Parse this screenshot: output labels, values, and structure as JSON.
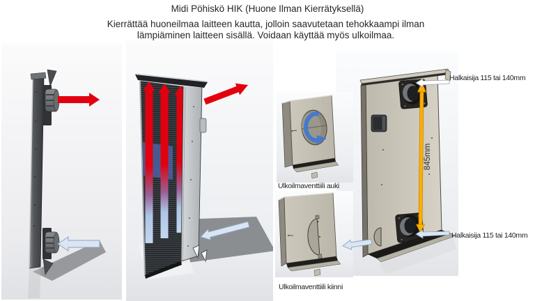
{
  "slide": {
    "title": "Midi Pöhiskö HIK (Huone Ilman Kierrätyksellä)",
    "subtitle": "Kierrättää huoneilmaa laitteen kautta, jolloin saavutetaan tehokkaampi ilman lämpiäminen laitteen sisällä. Voidaan käyttää myös ulkoilmaa."
  },
  "labels": {
    "diameter_top": "Halkaisija 115 tai 140mm",
    "diameter_bottom": "Halkaisija 115 tai 140mm",
    "height_dimension": "845mm",
    "valve_open": "Ulkoilmaventtiili auki",
    "valve_closed": "Ulkoilmaventtiili kiinni"
  },
  "colors": {
    "hot": "#e2000f",
    "cold_fill": "#dbe5f2",
    "cold_stroke": "#8ca3c4",
    "dim": "#fbaf00",
    "dim_stroke": "#c87d00",
    "valve": "#4679cc",
    "beige": "#c9c5b8",
    "text": "#262626"
  }
}
